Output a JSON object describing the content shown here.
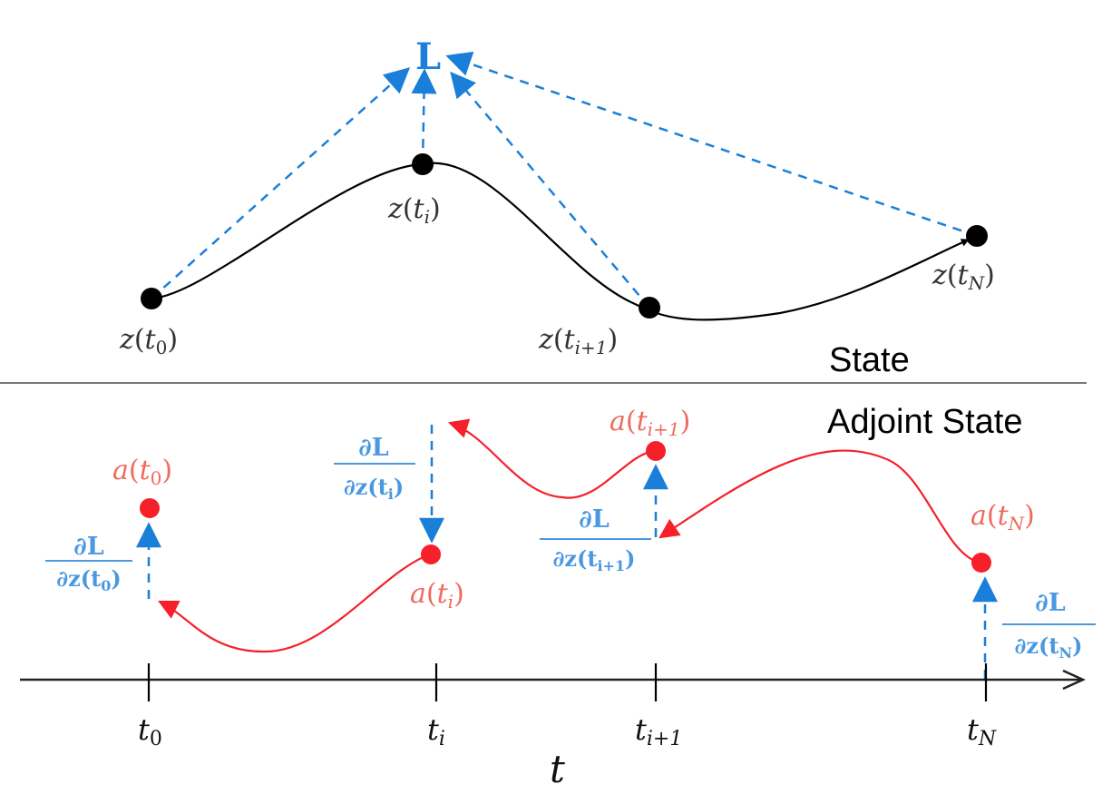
{
  "colors": {
    "state_curve": "#000000",
    "loss_arrows": "#1a7fd8",
    "adjoint": "#f5202a",
    "adjoint_label": "#ef6a5e",
    "gradient_label": "#4a98e0",
    "divider": "#777777"
  },
  "loss": {
    "label": "L"
  },
  "section_labels": {
    "state": "State",
    "adjoint_state": "Adjoint State"
  },
  "state_points": [
    {
      "fn": "z",
      "var": "t",
      "sub": "0"
    },
    {
      "fn": "z",
      "var": "t",
      "sub": "i"
    },
    {
      "fn": "z",
      "var": "t",
      "sub": "i+1"
    },
    {
      "fn": "z",
      "var": "t",
      "sub": "N"
    }
  ],
  "adjoint_points": [
    {
      "fn": "a",
      "var": "t",
      "sub": "0"
    },
    {
      "fn": "a",
      "var": "t",
      "sub": "i"
    },
    {
      "fn": "a",
      "var": "t",
      "sub": "i+1"
    },
    {
      "fn": "a",
      "var": "t",
      "sub": "N"
    }
  ],
  "gradients": [
    {
      "num": "∂L",
      "den_prefix": "∂z(",
      "den_var": "t",
      "den_sub": "0",
      "den_suffix": ")"
    },
    {
      "num": "∂L",
      "den_prefix": "∂z(",
      "den_var": "t",
      "den_sub": "i",
      "den_suffix": ")"
    },
    {
      "num": "∂L",
      "den_prefix": "∂z(",
      "den_var": "t",
      "den_sub": "i+1",
      "den_suffix": ")"
    },
    {
      "num": "∂L",
      "den_prefix": "∂z(",
      "den_var": "t",
      "den_sub": "N",
      "den_suffix": ")"
    }
  ],
  "axis": {
    "label": "t",
    "ticks": [
      {
        "var": "t",
        "sub": "0"
      },
      {
        "var": "t",
        "sub": "i"
      },
      {
        "var": "t",
        "sub": "i+1"
      },
      {
        "var": "t",
        "sub": "N"
      }
    ]
  },
  "paren_open": "(",
  "paren_close": ")"
}
